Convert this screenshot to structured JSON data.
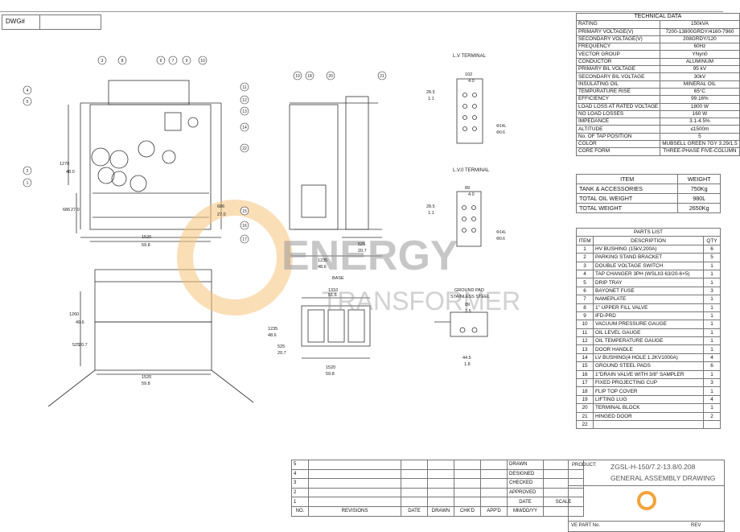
{
  "dwg": {
    "label": "DWG#"
  },
  "technical_data": {
    "title": "TECHNICAL DATA",
    "rows": [
      {
        "k": "RATING",
        "v": "150kVA"
      },
      {
        "k": "PRIMARY VOLTAGE(V)",
        "v": "7200-13800GRDY/4160-7960"
      },
      {
        "k": "SECONDARY VOLTAGE(V)",
        "v": "208GRDY/120"
      },
      {
        "k": "FREQUENCY",
        "v": "60Hz"
      },
      {
        "k": "VECTOR GROUP",
        "v": "YNyn0"
      },
      {
        "k": "CONDUCTOR",
        "v": "ALUMINUM"
      },
      {
        "k": "PRIMARY BIL VOLTAGE",
        "v": "95 kV"
      },
      {
        "k": "SECONDARY BIL VOLTAGE",
        "v": "30kV"
      },
      {
        "k": "INSULATING OIL",
        "v": "MINERAL OIL"
      },
      {
        "k": "TEMPURATURE RISE",
        "v": "65°C"
      },
      {
        "k": "EFFICIENCY",
        "v": "99.16%"
      },
      {
        "k": "LOAD LOSS AT RATED VOLTAGE",
        "v": "1800 W"
      },
      {
        "k": "NO LOAD LOSSES",
        "v": "160 W"
      },
      {
        "k": "IMPEDANCE",
        "v": "3.1-4.5%"
      },
      {
        "k": "ALTITUDE",
        "v": "≤1500m"
      },
      {
        "k": "No. OF TAP POSITION",
        "v": "5"
      },
      {
        "k": "COLOR",
        "v": "MUBSELL GREEN 7GY 3.29/1.5"
      },
      {
        "k": "CORE FORM",
        "v": "THREE-PHASE FIVE-COLUMN"
      }
    ]
  },
  "weights": {
    "headers": [
      "ITEM",
      "WEIGHT"
    ],
    "rows": [
      {
        "k": "TANK & ACCESSORIES",
        "v": "750Kg"
      },
      {
        "k": "TOTAL OIL WEIGHT",
        "v": "980L"
      },
      {
        "k": "TOTAL WEIGHT",
        "v": "2650Kg"
      }
    ]
  },
  "parts_list": {
    "title": "PARTS LIST",
    "headers": [
      "ITEM",
      "DESCRIPTION",
      "QTY"
    ],
    "rows": [
      {
        "n": "1",
        "d": "HV BUSHING (15kV,200A)",
        "q": "6"
      },
      {
        "n": "2",
        "d": "PARKING STAND BRACKET",
        "q": "5"
      },
      {
        "n": "3",
        "d": "DOUBLE VOLTAGE SWITCH",
        "q": "1"
      },
      {
        "n": "4",
        "d": "TAP CHANGER 3PH (WSLII3 63/20-6×5)",
        "q": "1"
      },
      {
        "n": "5",
        "d": "DRIP TRAY",
        "q": "1"
      },
      {
        "n": "6",
        "d": "BAYONET FUSE",
        "q": "3"
      },
      {
        "n": "7",
        "d": "NAMEPLATE",
        "q": "1"
      },
      {
        "n": "8",
        "d": "1\" UPPER FILL VALVE",
        "q": "1"
      },
      {
        "n": "9",
        "d": "IFD-PRD",
        "q": "1"
      },
      {
        "n": "10",
        "d": "VACUUM PRESSURE GAUGE",
        "q": "1"
      },
      {
        "n": "11",
        "d": "OIL LEVEL GAUGE",
        "q": "1"
      },
      {
        "n": "12",
        "d": "OIL TEMPERATURE GAUGE",
        "q": "1"
      },
      {
        "n": "13",
        "d": "DOOR HANDLE",
        "q": "1"
      },
      {
        "n": "14",
        "d": "LV BUSHING(4 HOLE 1.2KV1000A)",
        "q": "4"
      },
      {
        "n": "15",
        "d": "GROUND STEEL PADS",
        "q": "6"
      },
      {
        "n": "16",
        "d": "1\"DRAIN VALVE WITH 3/8\" SAMPLER",
        "q": "1"
      },
      {
        "n": "17",
        "d": "FIXED PROJECTING CUP",
        "q": "3"
      },
      {
        "n": "18",
        "d": "FLIP TOP COVER",
        "q": "1"
      },
      {
        "n": "19",
        "d": "LIFTING LUG",
        "q": "4"
      },
      {
        "n": "20",
        "d": "TERMINAL BLOCK",
        "q": "1"
      },
      {
        "n": "21",
        "d": "HINGED DOOR",
        "q": "2"
      },
      {
        "n": "22",
        "d": "",
        "q": ""
      }
    ]
  },
  "revisions": {
    "rows": [
      "5",
      "4",
      "3",
      "2",
      "1"
    ],
    "side_labels": [
      "DRAWN",
      "DESIGNED",
      "CHECKED",
      "APPROVED"
    ],
    "footer": [
      "NO.",
      "REVISIONS",
      "DATE",
      "DRAWN",
      "CHK'D",
      "APP'D"
    ],
    "date_label": "DATE",
    "scale_label": "SCALE",
    "date_format": "MM/DD/YY"
  },
  "product": {
    "label": "PRODUCT:",
    "code": "ZGSL-H-150/7.2-13.8/0.208",
    "name": "GENERAL ASSEMBLY DRAWING",
    "ve_part": "VE PART No.",
    "rev": "REV"
  },
  "watermark": {
    "word1": "ENERGY",
    "word2": "TRANSFORMER"
  },
  "views": {
    "lv_terminal": "L.V TERMINAL",
    "lv0_terminal": "L.V.0 TERMINAL",
    "ground_pad": "GROUND PAD",
    "ground_pad_sub": "STAINLESS STEEL",
    "hole_label": "Φ14L",
    "hole_label_sub": "Φ0.6"
  },
  "dimensions": {
    "front_width": "1520",
    "front_width_in": "59.8",
    "front_height": "686",
    "front_height_in": "27.0",
    "front_side": "1270",
    "front_side_in": "48.0",
    "bottom_height": "1260",
    "bottom_height_in": "49.6",
    "bottom_width": "1520",
    "bottom_width_in": "59.8",
    "bottom_525": "525",
    "bottom_525_in": "20.7",
    "side_525": "525",
    "side_525_in": "20.7",
    "side_1235": "1235",
    "side_1235_in": "48.6",
    "mid_1310": "1310",
    "mid_1310_in": "51.6",
    "mid_1520": "1520",
    "mid_1520_in": "59.8",
    "mid_1235": "1235",
    "mid_1235_in": "48.6",
    "mid_525": "525",
    "mid_525_in": "20.7",
    "base": "BASE",
    "t102": "102",
    "t40": "4.0",
    "t89": "89",
    "t28": "28.5",
    "t28_in": "1.1",
    "t89_in": "3.5",
    "t44": "44.5",
    "t44_in": "1.8"
  },
  "balloons": [
    "3",
    "8",
    "6",
    "7",
    "9",
    "10",
    "4",
    "5",
    "2",
    "1",
    "11",
    "12",
    "13",
    "14",
    "22",
    "15",
    "16",
    "17",
    "19",
    "18",
    "20",
    "21"
  ]
}
